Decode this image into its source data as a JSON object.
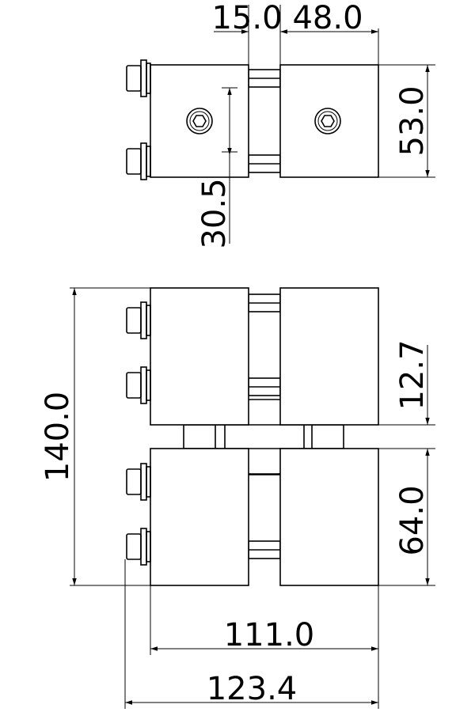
{
  "drawing": {
    "top_view": {
      "dim_gap": "15.0",
      "dim_block_width": "48.0",
      "dim_height": "53.0",
      "dim_screw_pitch": "30.5"
    },
    "front_view": {
      "dim_total_height": "140.0",
      "dim_gap": "12.7",
      "dim_block_height": "64.0",
      "dim_width": "111.0",
      "dim_overall_width": "123.4"
    },
    "colors": {
      "line": "#000000",
      "background": "#ffffff"
    }
  }
}
